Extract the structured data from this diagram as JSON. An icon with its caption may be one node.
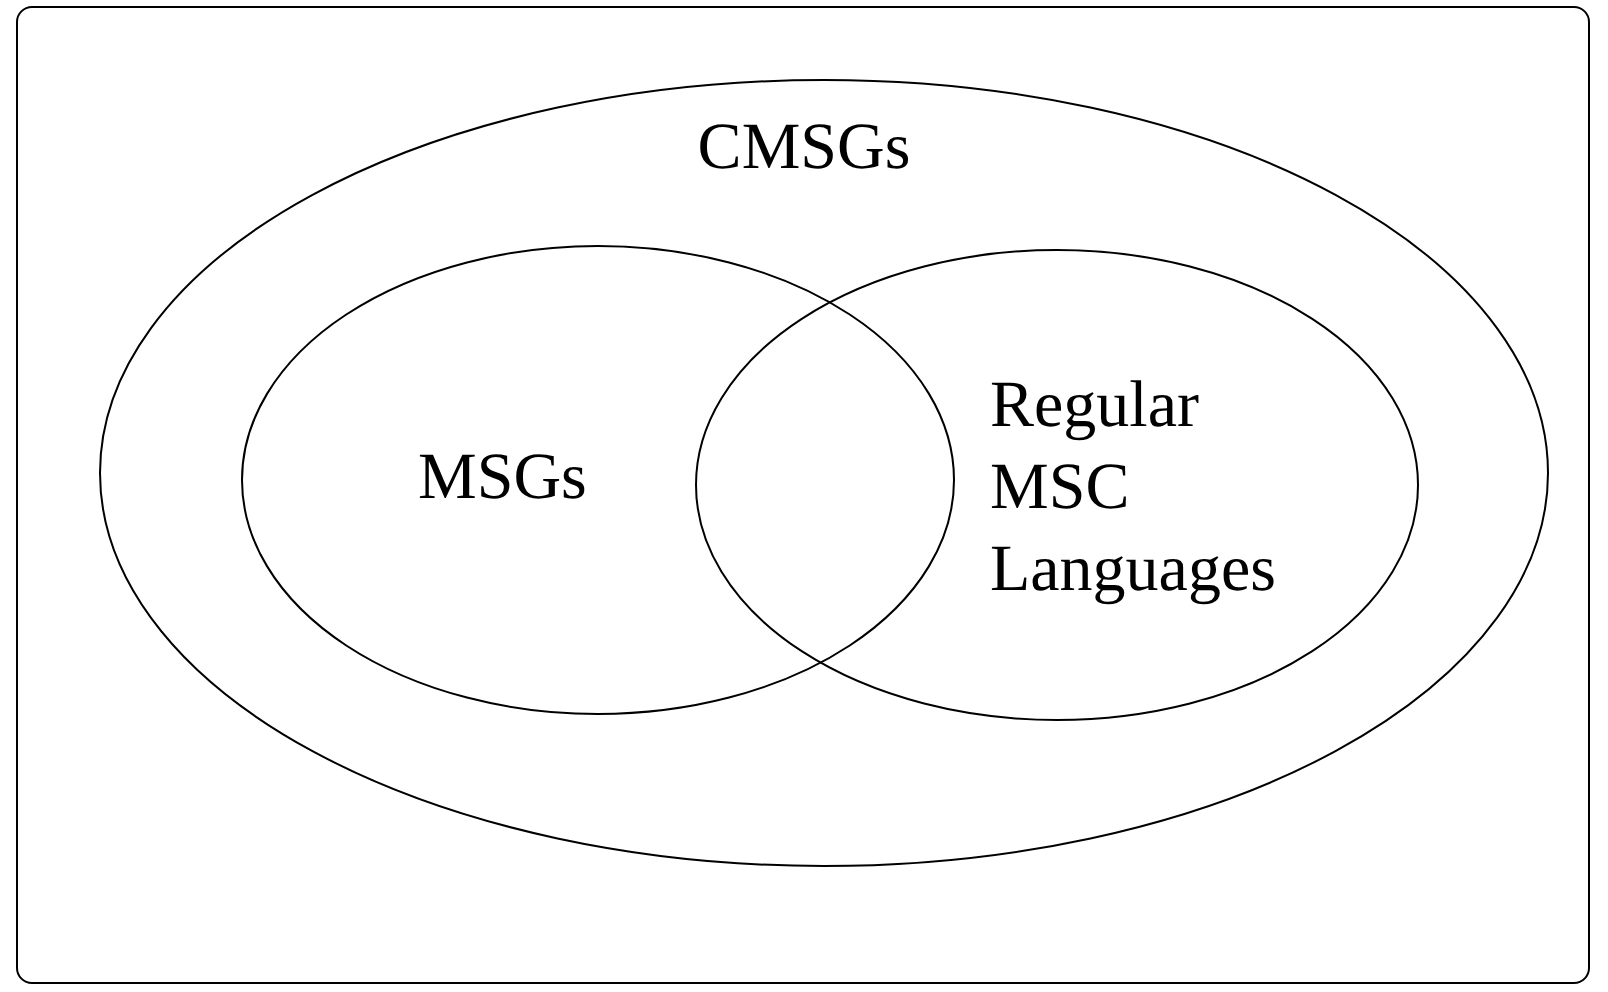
{
  "diagram": {
    "nodes": [
      {
        "text": [
          "CMSGs"
        ]
      },
      {
        "text": [
          "MSGs"
        ],
        "in": 0
      },
      {
        "text": [
          "Regular MSC Languages"
        ],
        "in": 0
      }
    ]
  }
}
